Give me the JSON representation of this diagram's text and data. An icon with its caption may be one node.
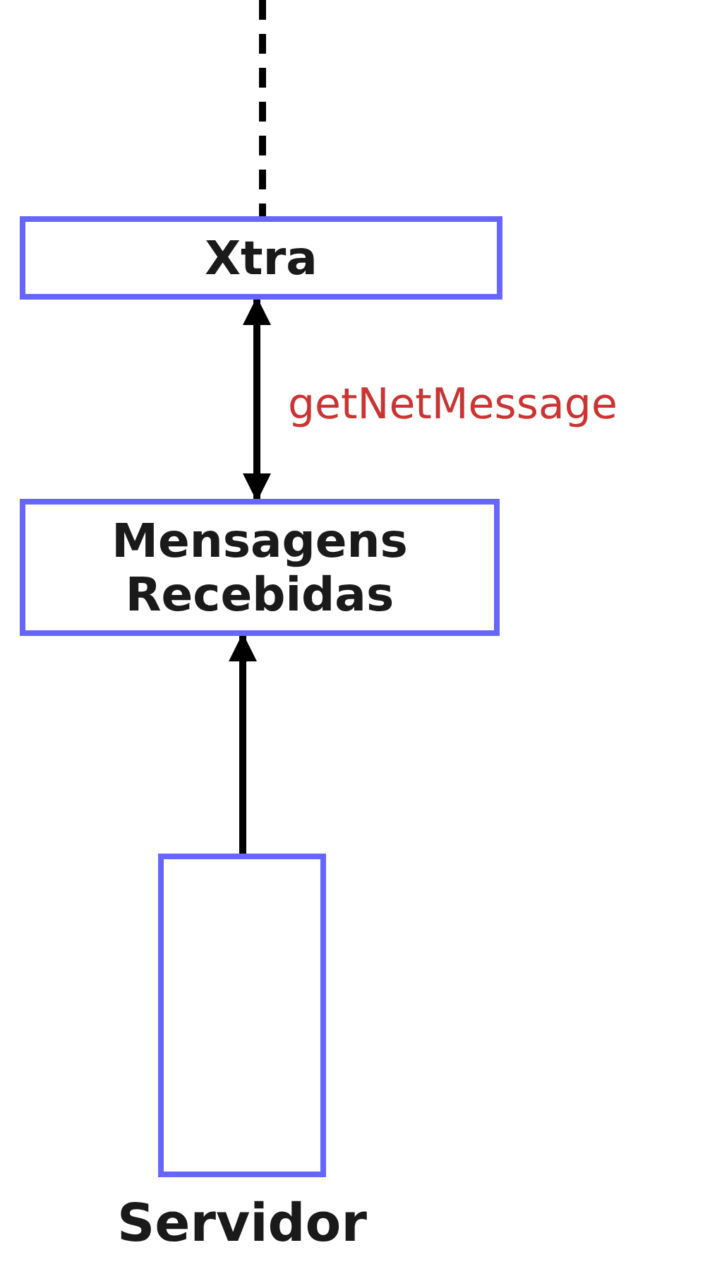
{
  "diagram": {
    "nodes": [
      {
        "text": [
          "Xtra"
        ]
      },
      {
        "text": [
          "Mensagens Recebidas"
        ]
      },
      {
        "text": [
          "Servidor"
        ]
      }
    ],
    "edges": [
      {
        "from": null,
        "to": 0,
        "arrow": "none",
        "style": "dashed"
      },
      {
        "from": 0,
        "to": 1,
        "arrow": "both",
        "label": "getNetMessage"
      },
      {
        "from": 2,
        "to": 1,
        "arrow": "to"
      }
    ]
  }
}
